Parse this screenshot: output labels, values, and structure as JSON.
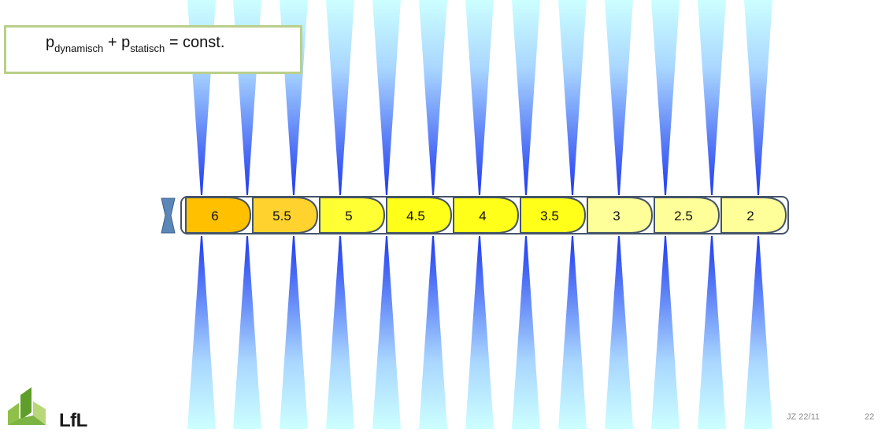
{
  "formula": {
    "p1": "p",
    "sub1": "dynamisch",
    "plus": " + ",
    "p2": "p",
    "sub2": "statisch",
    "rhs": " = const."
  },
  "segments": [
    {
      "label": "6",
      "color": "#ffc000"
    },
    {
      "label": "5.5",
      "color": "#ffd22e"
    },
    {
      "label": "5",
      "color": "#ffff33"
    },
    {
      "label": "4.5",
      "color": "#ffff1a"
    },
    {
      "label": "4",
      "color": "#ffff1a"
    },
    {
      "label": "3.5",
      "color": "#ffff1a"
    },
    {
      "label": "3",
      "color": "#ffff99"
    },
    {
      "label": "2.5",
      "color": "#ffff99"
    },
    {
      "label": "2",
      "color": "#ffff99"
    }
  ],
  "colors": {
    "segment_border": "#44546a",
    "ray_light": "#ccffff",
    "ray_dark": "#1f3bf0"
  },
  "footer": {
    "logo_text": "LfL",
    "code": "JZ 22/11",
    "page": "22"
  }
}
